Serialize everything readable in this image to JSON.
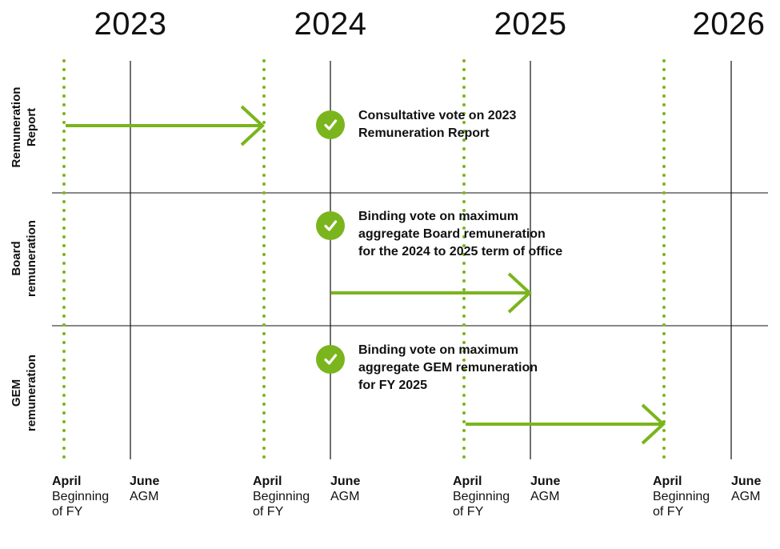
{
  "years": [
    "2023",
    "2024",
    "2025",
    "2026"
  ],
  "rows": [
    {
      "lines": [
        "Remuneration",
        "Report"
      ]
    },
    {
      "lines": [
        "Board",
        "remuneration"
      ]
    },
    {
      "lines": [
        "GEM",
        "remuneration"
      ]
    }
  ],
  "notes": [
    {
      "lines": [
        "Consultative vote on 2023",
        "Remuneration Report"
      ]
    },
    {
      "lines": [
        "Binding vote on maximum",
        "aggregate Board remuneration",
        "for the 2024 to 2025 term of office"
      ]
    },
    {
      "lines": [
        "Binding vote on maximum",
        "aggregate GEM remuneration",
        "for FY 2025"
      ]
    }
  ],
  "month_labels": [
    {
      "name": "April",
      "sub": [
        "Beginning",
        "of FY"
      ]
    },
    {
      "name": "June",
      "sub": [
        "AGM"
      ]
    },
    {
      "name": "April",
      "sub": [
        "Beginning",
        "of FY"
      ]
    },
    {
      "name": "June",
      "sub": [
        "AGM"
      ]
    },
    {
      "name": "April",
      "sub": [
        "Beginning",
        "of FY"
      ]
    },
    {
      "name": "June",
      "sub": [
        "AGM"
      ]
    },
    {
      "name": "April",
      "sub": [
        "Beginning",
        "of FY"
      ]
    },
    {
      "name": "June",
      "sub": [
        "AGM"
      ]
    }
  ],
  "arrows": [
    {
      "row": 0,
      "from": "April 2023",
      "to": "April 2024"
    },
    {
      "row": 1,
      "from": "June 2024",
      "to": "June 2025"
    },
    {
      "row": 2,
      "from": "April 2025",
      "to": "April 2026"
    }
  ],
  "colors": {
    "accent": "#7ab51d",
    "line": "#111111",
    "text": "#111111"
  },
  "icons": {
    "check": "check-circle-icon"
  }
}
